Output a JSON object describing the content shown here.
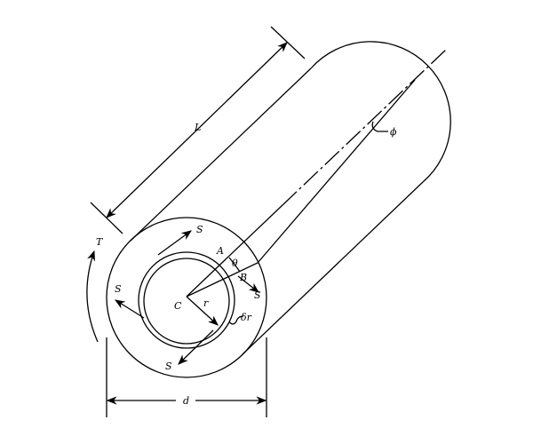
{
  "labels": {
    "length": "L",
    "diameter": "d",
    "torque": "T",
    "center": "C",
    "radius": "r",
    "ring_thickness": "δr",
    "point_a": "A",
    "point_b": "B",
    "shear_angle": "θ",
    "twist_angle": "ϕ",
    "shear_top": "S",
    "shear_left": "S",
    "shear_right": "S",
    "shear_bottom": "S"
  }
}
